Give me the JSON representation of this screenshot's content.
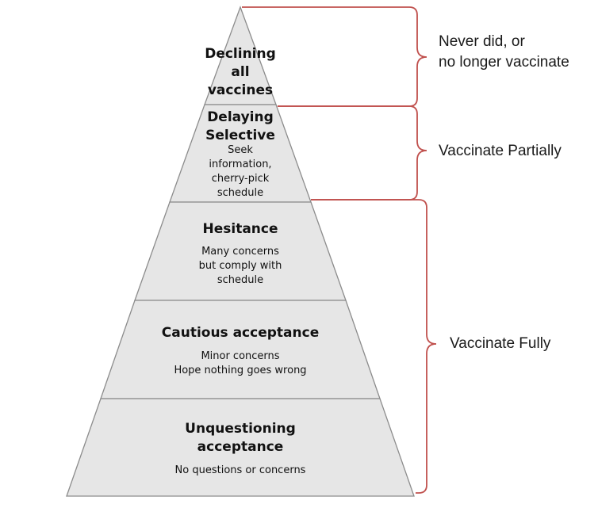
{
  "pyramid": {
    "levels": [
      {
        "title": "Declining\nall\nvaccines",
        "description": ""
      },
      {
        "title": "Delaying\nSelective",
        "description": "Seek\ninformation,\ncherry-pick\nschedule"
      },
      {
        "title": "Hesitance",
        "description": "Many concerns\nbut comply with\nschedule"
      },
      {
        "title": "Cautious acceptance",
        "description": "Minor concerns\nHope nothing goes wrong"
      },
      {
        "title": "Unquestioning\nacceptance",
        "description": "No questions or concerns"
      }
    ]
  },
  "groups": [
    {
      "label": "Never did, or\nno longer vaccinate"
    },
    {
      "label": "Vaccinate Partially"
    },
    {
      "label": "Vaccinate Fully"
    }
  ],
  "colors": {
    "pyramid_fill": "#e6e6e6",
    "pyramid_stroke": "#8c8c8c",
    "bracket": "#c0504d"
  }
}
